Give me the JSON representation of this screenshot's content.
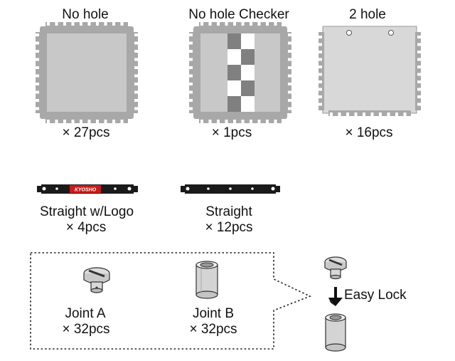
{
  "tiles": [
    {
      "name": "No hole",
      "qty": "× 27pcs"
    },
    {
      "name": "No hole Checker",
      "qty": "× 1pcs"
    },
    {
      "name": "2 hole",
      "qty": "× 16pcs"
    }
  ],
  "borders": [
    {
      "name": "Straight w/Logo",
      "qty": "× 4pcs",
      "logo": "KYOSHO"
    },
    {
      "name": "Straight",
      "qty": "× 12pcs"
    }
  ],
  "joints": [
    {
      "name": "Joint A",
      "qty": "× 32pcs"
    },
    {
      "name": "Joint B",
      "qty": "× 32pcs"
    }
  ],
  "easy_lock_label": "Easy Lock",
  "colors": {
    "tile_dark": "#a8a8a8",
    "tile_mid": "#c8c8c8",
    "tile_light": "#dedede",
    "checker_dark": "#808080",
    "border_black": "#1a1a1a",
    "logo_red": "#cc1a1a"
  }
}
